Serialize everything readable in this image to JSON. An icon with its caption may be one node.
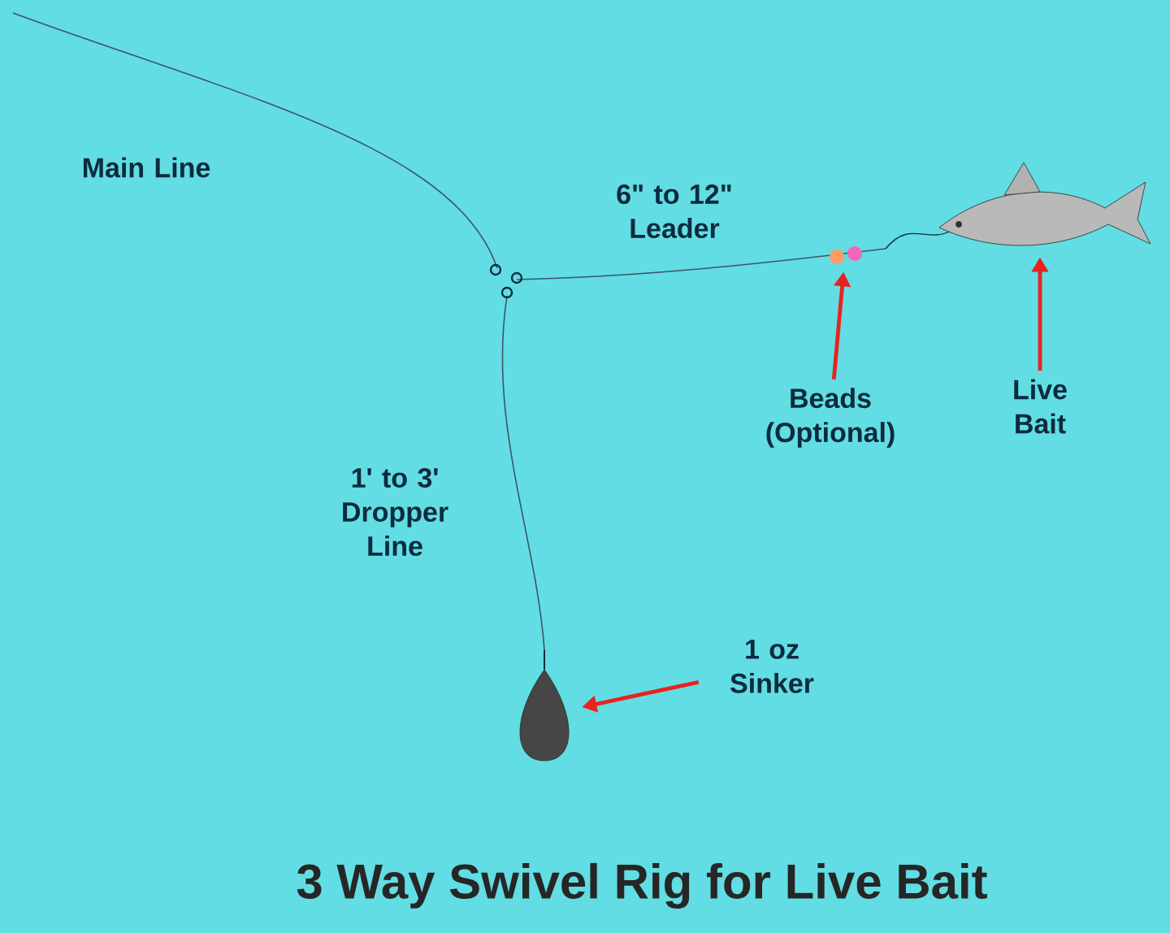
{
  "diagram": {
    "title": "3 Way Swivel Rig for Live Bait",
    "nodes": [
      {
        "text": [
          "Beads (Optional)"
        ]
      },
      {
        "text": [],
        "shape": "picture"
      },
      {
        "text": [
          "Live Bait"
        ]
      },
      {
        "text": [],
        "shape": "picture"
      },
      {
        "text": [
          "1 oz Sinker"
        ]
      },
      {
        "text": [],
        "shape": "picture"
      }
    ],
    "edges": [
      {
        "from": 0,
        "to": 1,
        "arrow": "to"
      },
      {
        "from": 2,
        "to": 3,
        "arrow": "to"
      },
      {
        "from": 4,
        "to": 5,
        "arrow": "to"
      }
    ],
    "labels": [
      "Main Line",
      "6\" to 12\" Leader",
      "1' to 3' Dropper Line"
    ]
  }
}
